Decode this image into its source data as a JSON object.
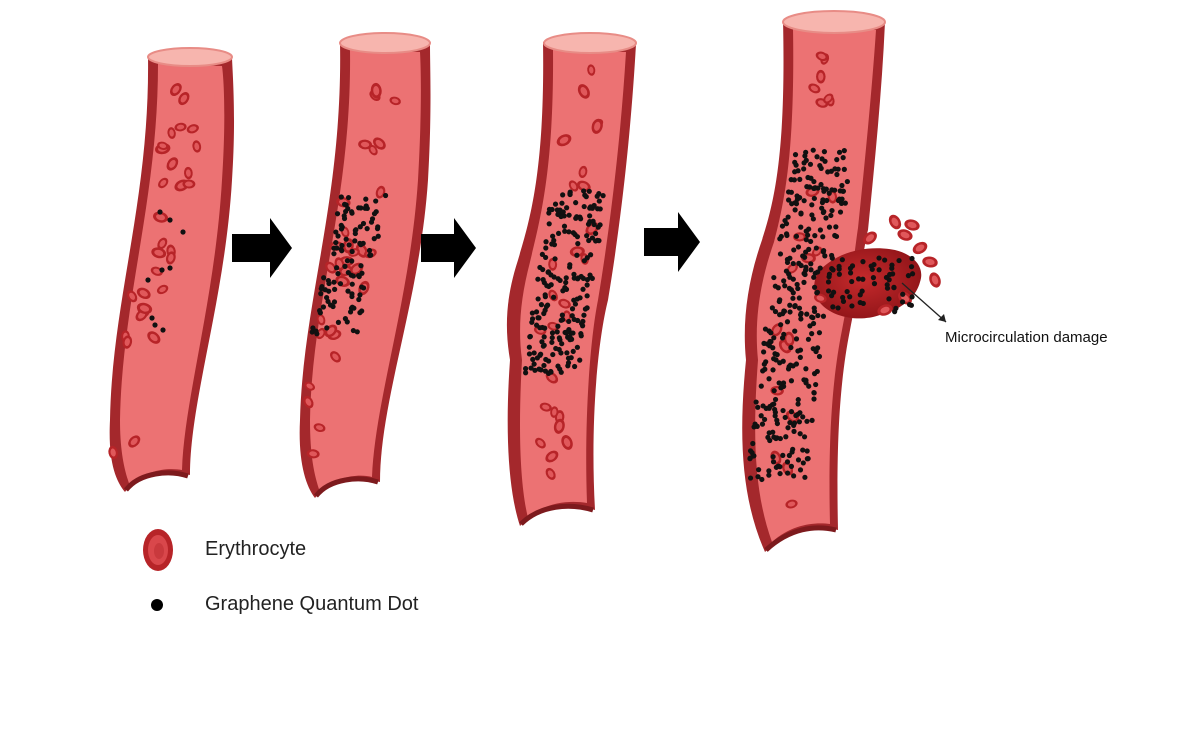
{
  "legend": {
    "items": [
      {
        "label": "Erythrocyte",
        "icon": "erythrocyte-icon"
      },
      {
        "label": "Graphene Quantum Dot",
        "icon": "quantum-dot-icon"
      }
    ]
  },
  "annotations": {
    "damage_label": "Microcirculation damage"
  },
  "stages": [
    {
      "stage": 1,
      "particle_density": "low"
    },
    {
      "stage": 2,
      "particle_density": "medium"
    },
    {
      "stage": 3,
      "particle_density": "high",
      "wall_bulge": true
    },
    {
      "stage": 4,
      "particle_density": "very high",
      "wall_rupture": true
    }
  ],
  "colors": {
    "vessel_wall": "#a4282c",
    "vessel_inner": "#ec7273",
    "vessel_opening": "#f7b5ae",
    "erythrocyte": "#cf3036",
    "erythrocyte_center": "#e76568",
    "particle": "#111111",
    "arrow": "#000000",
    "leak": "#b51d1f"
  }
}
